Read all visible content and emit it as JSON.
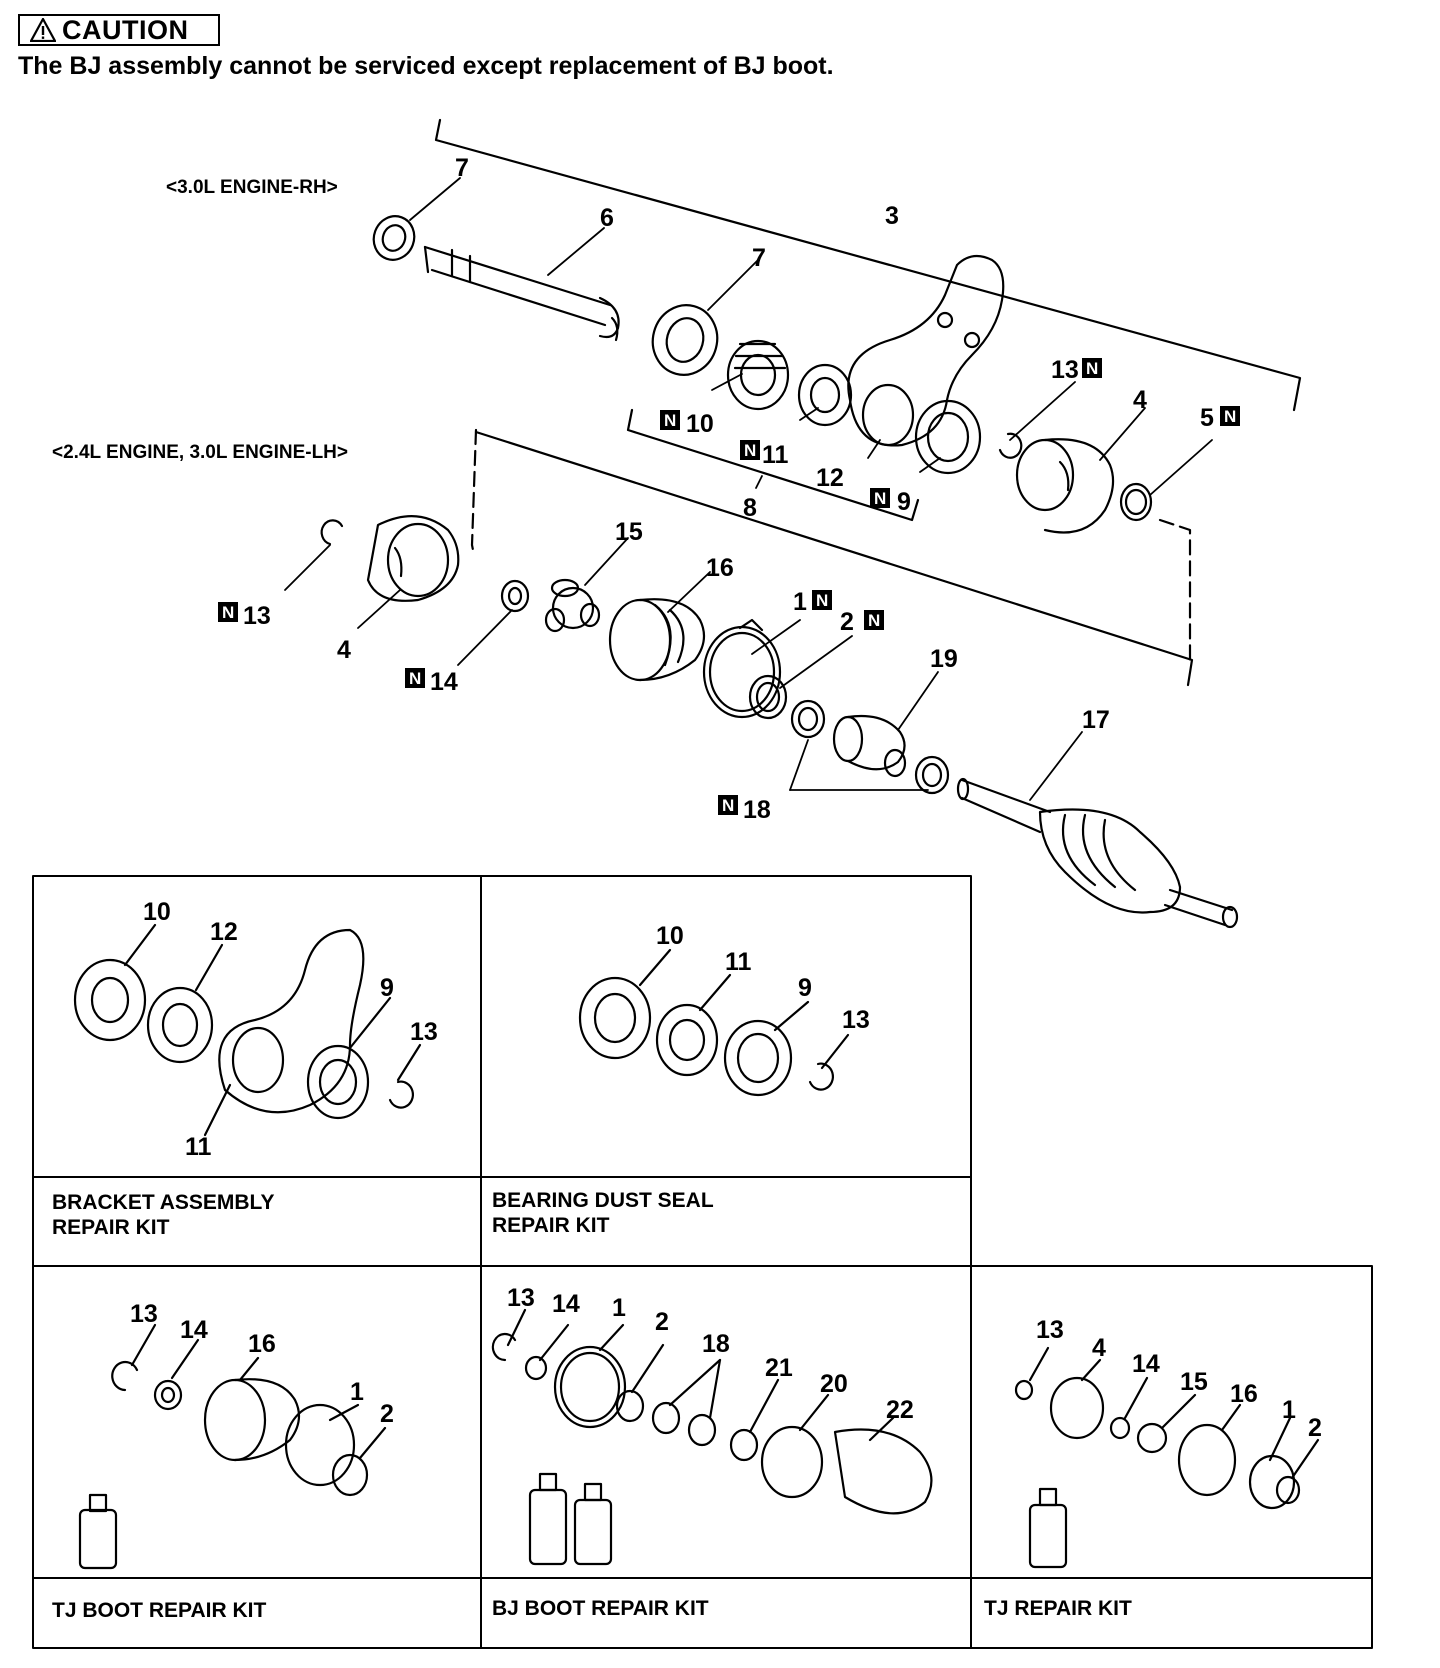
{
  "caution": {
    "label": "CAUTION",
    "note": "The BJ assembly cannot be serviced except replacement of BJ boot."
  },
  "engine_labels": {
    "rh": "<3.0L ENGINE-RH>",
    "lh": "<2.4L ENGINE, 3.0L ENGINE-LH>"
  },
  "new_part_mark": "N",
  "main_callouts": {
    "c7a": "7",
    "c6": "6",
    "c3": "3",
    "c7b": "7",
    "c13n": "13",
    "c4a": "4",
    "c5n": "5",
    "c10n": "10",
    "c11n": "11",
    "c12": "12",
    "c9n": "9",
    "c8": "8",
    "c15": "15",
    "c16": "16",
    "c1n": "1",
    "c2n": "2",
    "c19": "19",
    "c17": "17",
    "c13n_lh": "13",
    "c4b": "4",
    "c14n": "14",
    "c18n": "18"
  },
  "kits": {
    "bracket": {
      "title_line1": "BRACKET ASSEMBLY",
      "title_line2": "REPAIR KIT",
      "callouts": [
        "10",
        "12",
        "9",
        "13",
        "11"
      ]
    },
    "bearing": {
      "title_line1": "BEARING DUST SEAL",
      "title_line2": "REPAIR KIT",
      "callouts": [
        "10",
        "11",
        "9",
        "13"
      ]
    },
    "tj_boot": {
      "title": "TJ BOOT REPAIR KIT",
      "callouts": [
        "13",
        "14",
        "16",
        "1",
        "2"
      ]
    },
    "bj_boot": {
      "title": "BJ BOOT REPAIR KIT",
      "callouts": [
        "13",
        "14",
        "1",
        "2",
        "18",
        "21",
        "20",
        "22"
      ]
    },
    "tj": {
      "title": "TJ REPAIR KIT",
      "callouts": [
        "13",
        "4",
        "14",
        "15",
        "16",
        "1",
        "2"
      ]
    }
  }
}
